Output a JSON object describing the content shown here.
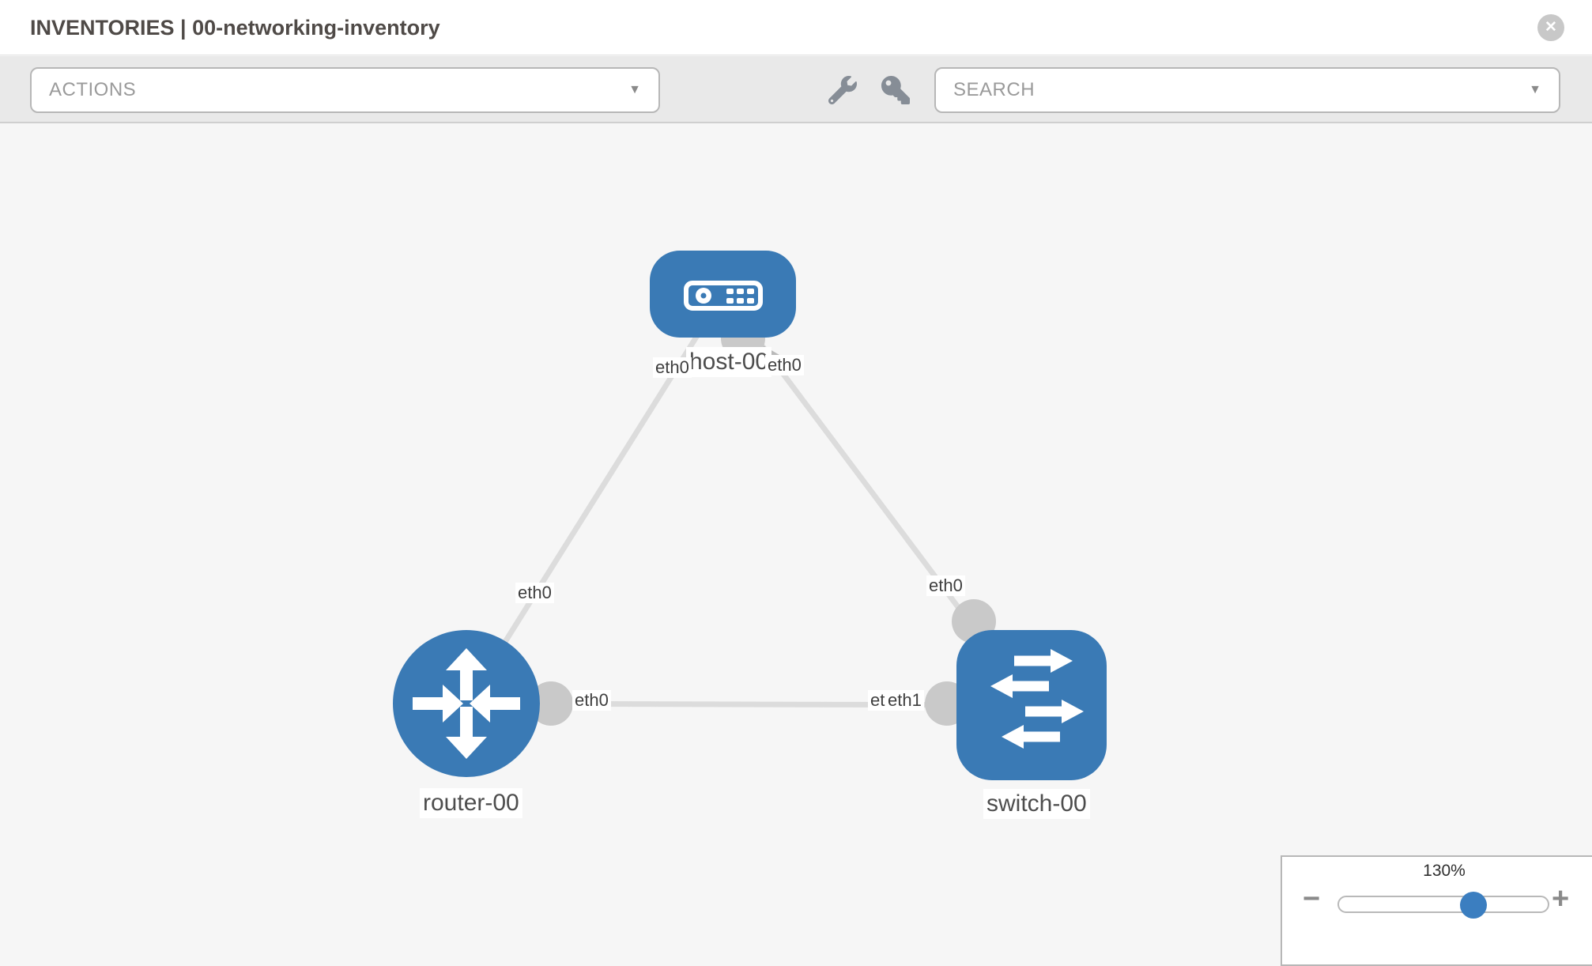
{
  "header": {
    "title": "INVENTORIES | 00-networking-inventory"
  },
  "toolbar": {
    "actions": {
      "label": "ACTIONS"
    },
    "search": {
      "label": "SEARCH"
    }
  },
  "icons": {
    "close": "✕",
    "caret": "▼",
    "wrench": "wrench-icon",
    "key": "key-icon",
    "minus": "−",
    "plus": "+"
  },
  "topology": {
    "nodes": [
      {
        "label": "host-00",
        "type": "host",
        "shape": "rounded-rect"
      },
      {
        "label": "router-00",
        "type": "router",
        "shape": "circle"
      },
      {
        "label": "switch-00",
        "type": "switch",
        "shape": "rounded-square"
      }
    ],
    "links": [
      {
        "from": "host-00",
        "to": "router-00",
        "from_if": "eth0",
        "to_if": "eth0"
      },
      {
        "from": "host-00",
        "to": "switch-00",
        "from_if": "eth0",
        "to_if": "eth0"
      },
      {
        "from": "router-00",
        "to": "switch-00",
        "from_if": "eth0",
        "to_if": "eth1",
        "to_if_overlapped": "eth0"
      }
    ]
  },
  "zoom_control": {
    "value": "130%"
  },
  "colors": {
    "node_blue": "#3a7ab5",
    "thumb_blue": "#3b7ec0",
    "link_gray": "#dcdcdc",
    "connector_gray": "#c9c9c9",
    "toolbar_bg": "#e9e9e9",
    "canvas_bg": "#f6f6f6"
  }
}
